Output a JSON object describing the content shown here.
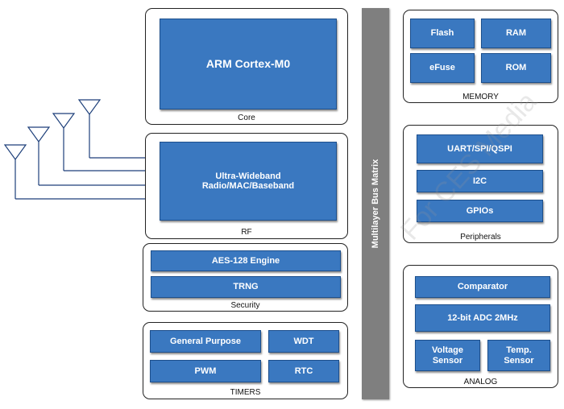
{
  "core": {
    "block": "ARM Cortex-M0",
    "label": "Core"
  },
  "rf": {
    "block_line1": "Ultra-Wideband",
    "block_line2": "Radio/MAC/Baseband",
    "label": "RF"
  },
  "security": {
    "aes": "AES-128 Engine",
    "trng": "TRNG",
    "label": "Security"
  },
  "timers": {
    "general": "General Purpose",
    "wdt": "WDT",
    "pwm": "PWM",
    "rtc": "RTC",
    "label": "TIMERS"
  },
  "bus": {
    "label": "Multilayer Bus Matrix"
  },
  "memory": {
    "flash": "Flash",
    "ram": "RAM",
    "efuse": "eFuse",
    "rom": "ROM",
    "label": "MEMORY"
  },
  "peripherals": {
    "uart": "UART/SPI/QSPI",
    "i2c": "I2C",
    "gpios": "GPIOs",
    "label": "Peripherals"
  },
  "analog": {
    "comparator": "Comparator",
    "adc": "12-bit ADC 2MHz",
    "voltage_line1": "Voltage",
    "voltage_line2": "Sensor",
    "temp_line1": "Temp.",
    "temp_line2": "Sensor",
    "label": "ANALOG"
  },
  "watermark": "For CES Media",
  "colors": {
    "block_fill": "#3a78c0",
    "block_border": "#1d4f8c",
    "bus": "#7f7f7f",
    "lines": "#1d3f7a"
  }
}
